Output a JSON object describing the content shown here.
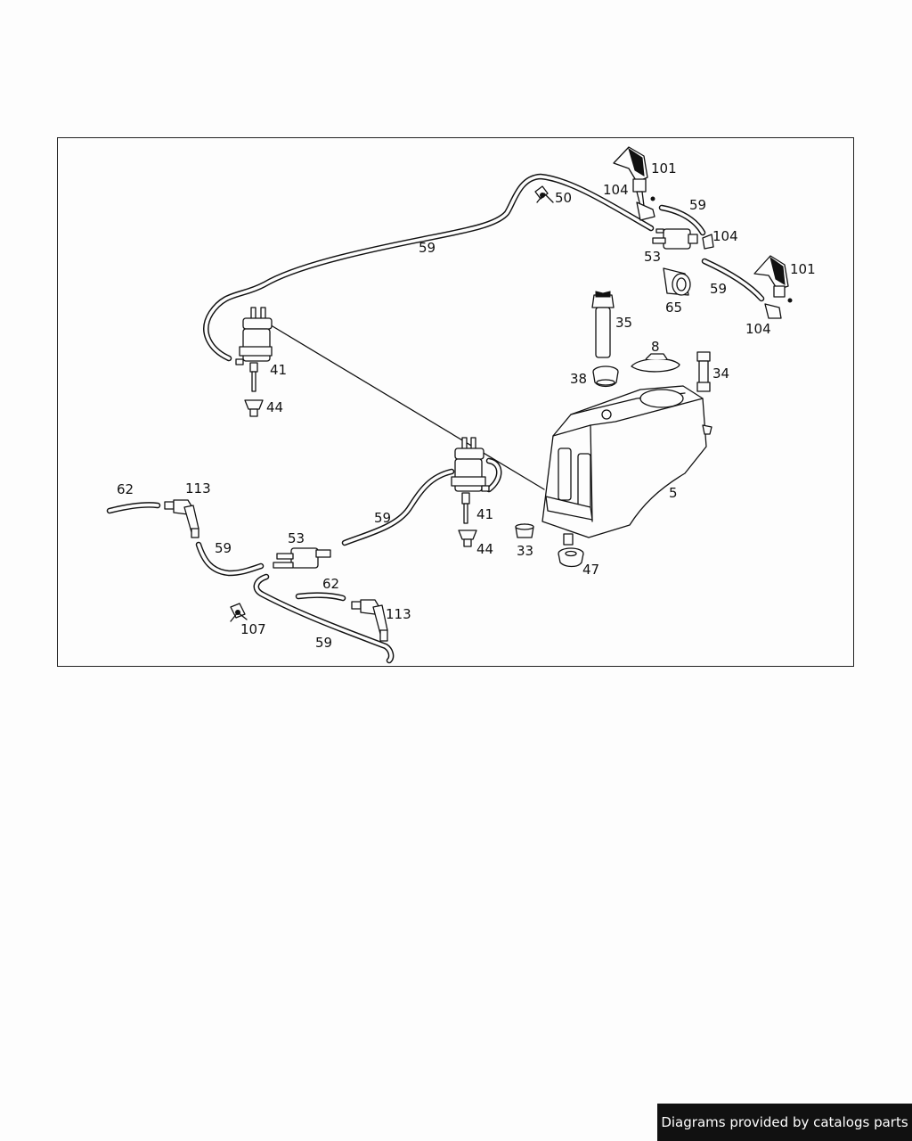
{
  "diagram": {
    "callouts": {
      "c101a": "101",
      "c104a": "104",
      "c59a": "59",
      "c104b": "104",
      "c101b": "101",
      "c59b": "59",
      "c104c": "104",
      "c50": "50",
      "c53a": "53",
      "c65": "65",
      "c59main": "59",
      "c35": "35",
      "c8": "8",
      "c34": "34",
      "c38": "38",
      "c41a": "41",
      "c44a": "44",
      "c5": "5",
      "c62a": "62",
      "c113a": "113",
      "c59c": "59",
      "c53b": "53",
      "c59d": "59",
      "c41b": "41",
      "c44b": "44",
      "c33": "33",
      "c47": "47",
      "c62b": "62",
      "c113b": "113",
      "c107": "107",
      "c59e": "59"
    }
  },
  "footer": {
    "credit": "Diagrams provided by catalogs parts"
  }
}
